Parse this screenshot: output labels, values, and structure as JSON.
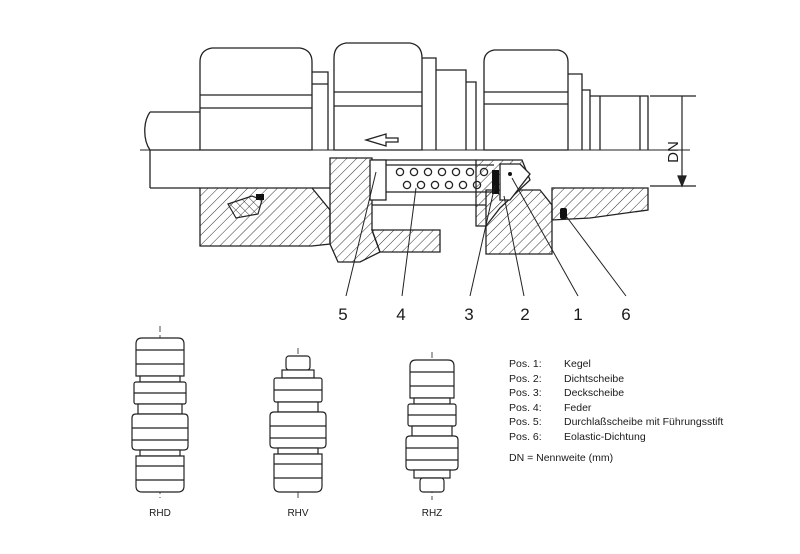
{
  "callouts": [
    "5",
    "4",
    "3",
    "2",
    "1",
    "6"
  ],
  "dimension_label": "DN",
  "variants": [
    {
      "code": "RHD"
    },
    {
      "code": "RHV"
    },
    {
      "code": "RHZ"
    }
  ],
  "legend": {
    "items": [
      {
        "pos": "Pos. 1:",
        "text": "Kegel"
      },
      {
        "pos": "Pos. 2:",
        "text": "Dichtscheibe"
      },
      {
        "pos": "Pos. 3:",
        "text": "Deckscheibe"
      },
      {
        "pos": "Pos. 4:",
        "text": "Feder"
      },
      {
        "pos": "Pos. 5:",
        "text": "Durchlaßscheibe mit Führungsstift"
      },
      {
        "pos": "Pos. 6:",
        "text": "Eolastic-Dichtung"
      }
    ],
    "dn_note": "DN = Nennweite (mm)"
  }
}
